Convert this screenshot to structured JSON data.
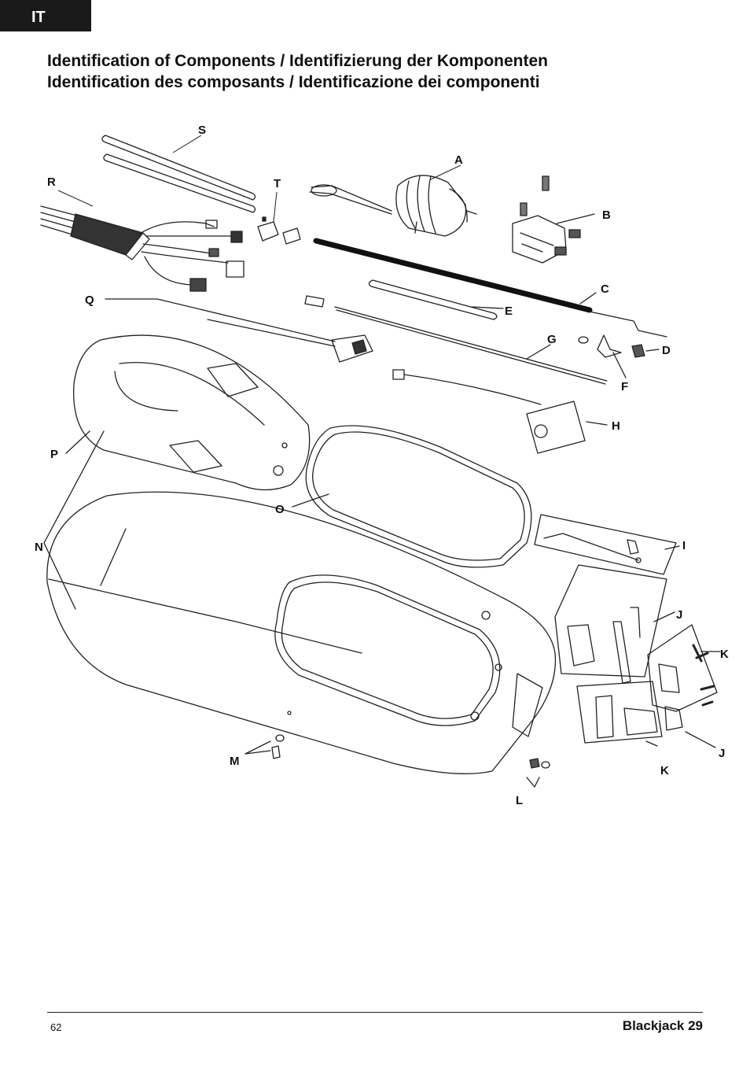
{
  "header": {
    "language_tab": "IT"
  },
  "title": {
    "line1": "Identification of Components / Identifizierung der Komponenten",
    "line2": "Identification des composants / Identificazione dei componenti"
  },
  "callouts": {
    "A": "A",
    "B": "B",
    "C": "C",
    "D": "D",
    "E": "E",
    "F": "F",
    "G": "G",
    "H": "H",
    "I": "I",
    "J": "J",
    "K": "K",
    "L": "L",
    "M": "M",
    "N": "N",
    "O": "O",
    "P": "P",
    "Q": "Q",
    "R": "R",
    "S": "S",
    "T": "T"
  },
  "footer": {
    "page_number": "62",
    "product_name": "Blackjack 29"
  }
}
